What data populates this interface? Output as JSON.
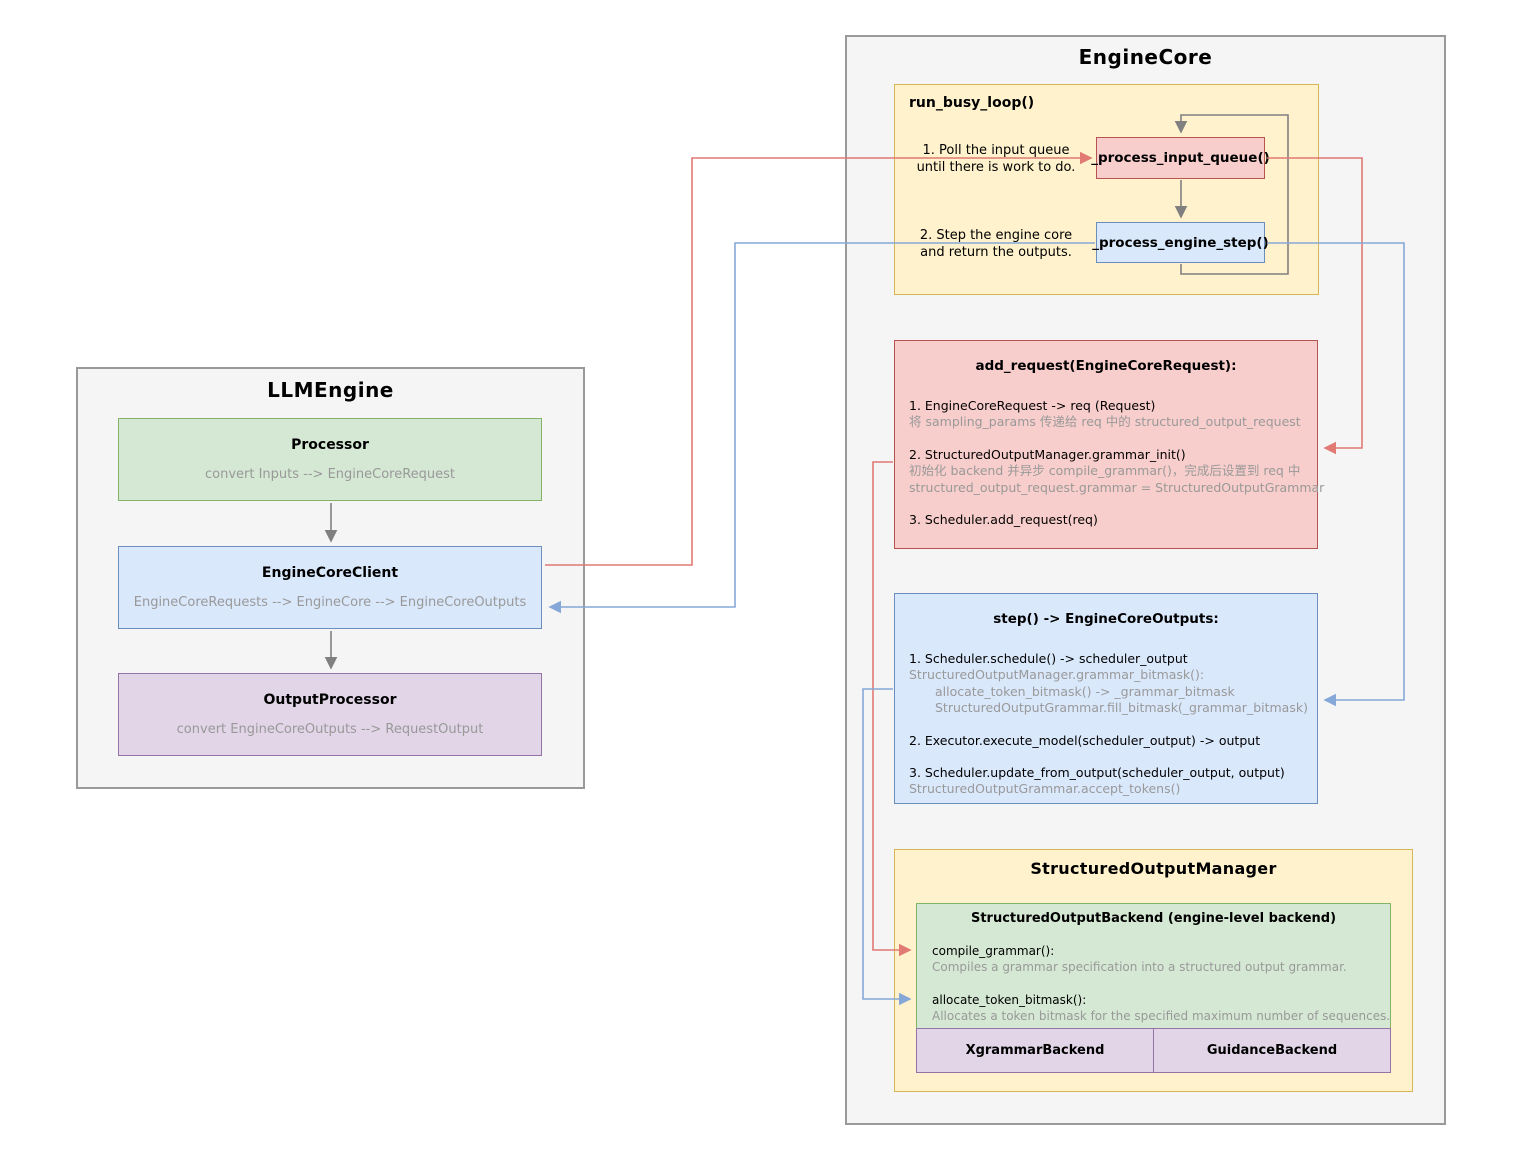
{
  "colors": {
    "panel_fill": "#f5f5f5",
    "panel_stroke": "#999999",
    "yellow_fill": "#fff2cc",
    "yellow_stroke": "#d6b656",
    "red_fill": "#f8cecc",
    "red_stroke": "#b85450",
    "blue_fill": "#dae8fc",
    "blue_stroke": "#6c8ebf",
    "green_fill": "#d5e8d4",
    "green_stroke": "#82b366",
    "purple_fill": "#e1d5e7",
    "purple_stroke": "#9673a6",
    "arrow_red": "#e07a73",
    "arrow_blue": "#85a8d8",
    "arrow_gray": "#808080",
    "muted_text": "#999999",
    "text": "#000000"
  },
  "llm_engine": {
    "title": "LLMEngine",
    "processor": {
      "title": "Processor",
      "subtitle": "convert Inputs --> EngineCoreRequest"
    },
    "engine_core_client": {
      "title": "EngineCoreClient",
      "subtitle": "EngineCoreRequests --> EngineCore --> EngineCoreOutputs"
    },
    "output_processor": {
      "title": "OutputProcessor",
      "subtitle": "convert EngineCoreOutputs --> RequestOutput"
    }
  },
  "engine_core": {
    "title": "EngineCore",
    "run_busy_loop": {
      "label": "run_busy_loop()",
      "poll_note_line1": "1. Poll the input queue",
      "poll_note_line2": "until there is work to do.",
      "step_note_line1": "2. Step the engine core",
      "step_note_line2": "and return the outputs.",
      "process_input_queue": "_process_input_queue()",
      "process_engine_step": "_process_engine_step()"
    },
    "add_request": {
      "title": "add_request(EngineCoreRequest):",
      "l1": "1. EngineCoreRequest -> req (Request)",
      "l2": "将 sampling_params 传递给 req 中的 structured_output_request",
      "l3": "2. StructuredOutputManager.grammar_init()",
      "l4": "初始化 backend 并异步 compile_grammar()，完成后设置到 req 中",
      "l5": "structured_output_request.grammar = StructuredOutputGrammar",
      "l6": "3. Scheduler.add_request(req)"
    },
    "step": {
      "title": "step() -> EngineCoreOutputs:",
      "l1": "1. Scheduler.schedule() -> scheduler_output",
      "l2": "StructuredOutputManager.grammar_bitmask():",
      "l3": "allocate_token_bitmask() -> _grammar_bitmask",
      "l4": "StructuredOutputGrammar.fill_bitmask(_grammar_bitmask)",
      "l5": "2. Executor.execute_model(scheduler_output) -> output",
      "l6": "3. Scheduler.update_from_output(scheduler_output, output)",
      "l7": "StructuredOutputGrammar.accept_tokens()"
    },
    "structured_output_manager": {
      "title": "StructuredOutputManager",
      "backend_title": "StructuredOutputBackend (engine-level backend)",
      "method1": "compile_grammar():",
      "method1_desc": "Compiles a grammar specification into a structured output grammar.",
      "method2": "allocate_token_bitmask():",
      "method2_desc": "Allocates a token bitmask for the specified maximum number of sequences.",
      "impl1": "XgrammarBackend",
      "impl2": "GuidanceBackend"
    }
  }
}
